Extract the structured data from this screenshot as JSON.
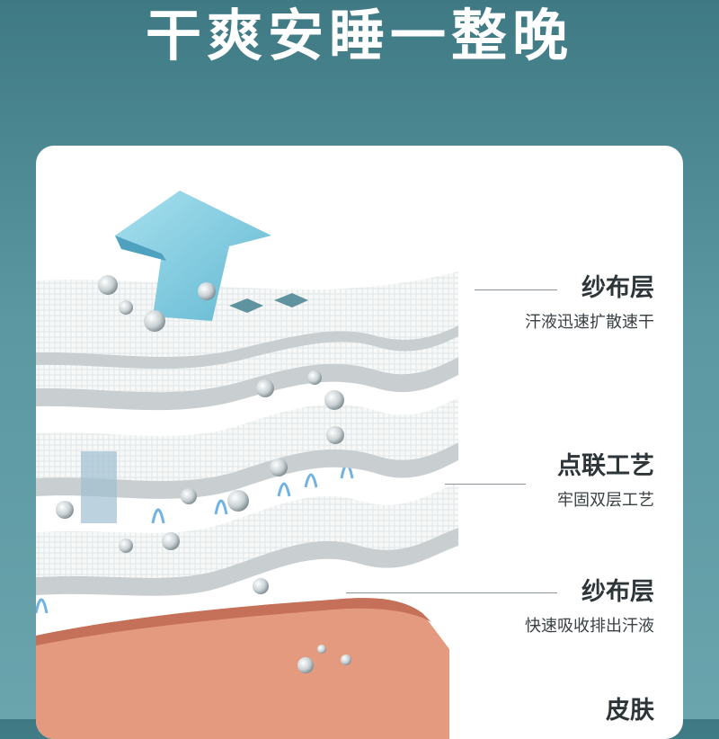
{
  "headline": "干爽安睡一整晚",
  "layers": [
    {
      "title": "纱布层",
      "desc": "汗液迅速扩散速干"
    },
    {
      "title": "点联工艺",
      "desc": "牢固双层工艺"
    },
    {
      "title": "纱布层",
      "desc": "快速吸收排出汗液"
    },
    {
      "title": "皮肤",
      "desc": ""
    }
  ],
  "colors": {
    "bg_top": "#3f7a84",
    "bg_bottom": "#6aa4ad",
    "fiber": "#6fb2e3",
    "arrow": "#8fd0e2",
    "skin": "#d88568"
  }
}
